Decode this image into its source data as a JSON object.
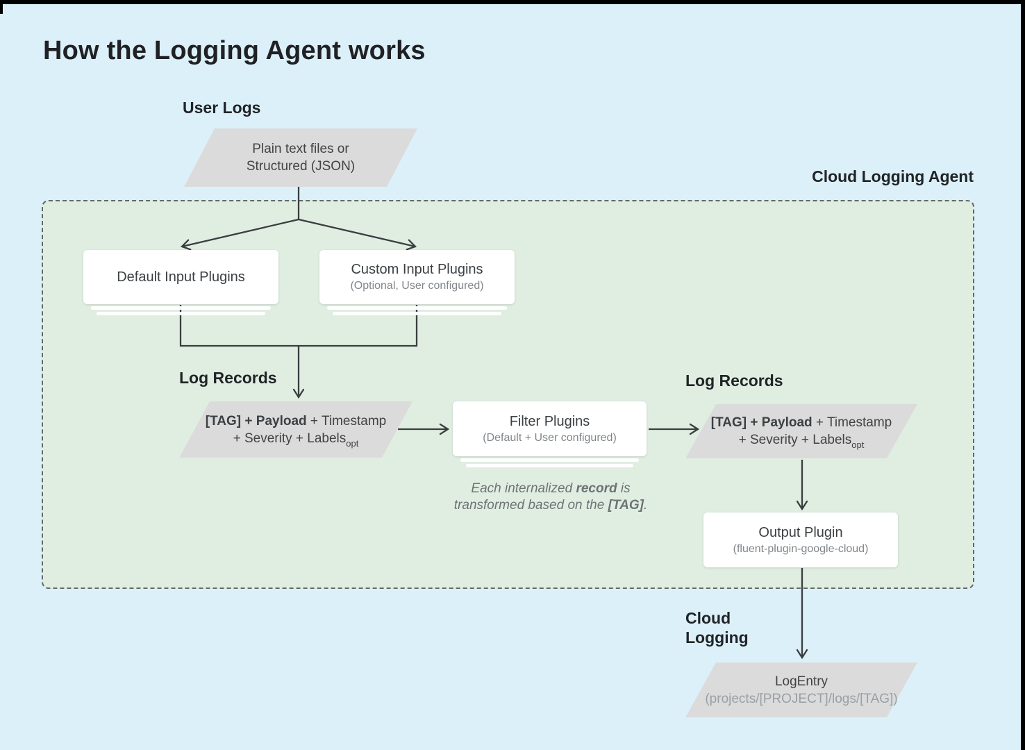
{
  "title": "How the Logging Agent works",
  "labels": {
    "user_logs": "User Logs",
    "cloud_logging_agent": "Cloud Logging Agent",
    "log_records_left": "Log Records",
    "log_records_right": "Log Records",
    "cloud_logging": [
      "Cloud",
      "Logging"
    ]
  },
  "nodes": {
    "user_logs_source": {
      "line1": "Plain text files or",
      "line2": "Structured (JSON)"
    },
    "default_input_plugins": {
      "title": "Default Input Plugins"
    },
    "custom_input_plugins": {
      "title": "Custom Input Plugins",
      "subtitle": "(Optional, User configured)"
    },
    "log_record_left": {
      "bold": "[TAG] + Payload",
      "rest": " + Timestamp",
      "line2": "+ Severity + Labels",
      "subscript": "opt"
    },
    "filter_plugins": {
      "title": "Filter Plugins",
      "subtitle": "(Default + User configured)"
    },
    "log_record_right": {
      "bold": "[TAG] + Payload",
      "rest": " + Timestamp",
      "line2": "+ Severity + Labels",
      "subscript": "opt"
    },
    "output_plugin": {
      "title": "Output Plugin",
      "subtitle": "(fluent-plugin-google-cloud)"
    },
    "log_entry": {
      "title": "LogEntry",
      "subtitle": "(projects/[PROJECT]/logs/[TAG])"
    }
  },
  "note": {
    "part1": "Each internalized ",
    "bold1": "record",
    "part2": " is transformed based on the ",
    "bold2": "[TAG]",
    "part3": "."
  },
  "colors": {
    "background": "#dcf0fa",
    "agent_panel": "#e0eee2",
    "panel_border": "#63676b",
    "shape_gray": "#dbdbdb",
    "card_white": "#ffffff",
    "connector": "#3a3d40",
    "text_primary": "#202124",
    "text_secondary": "#3c4043",
    "text_muted": "#80868b",
    "frame_black": "#000000"
  }
}
